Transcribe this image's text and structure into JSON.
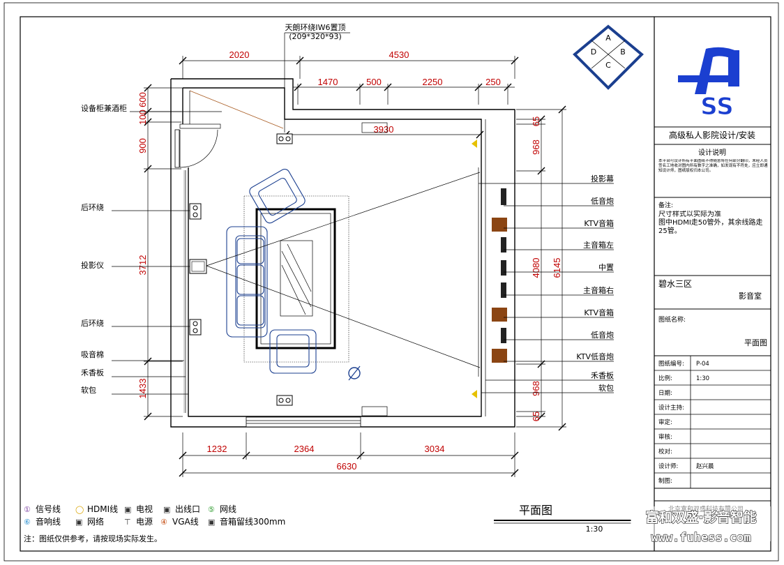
{
  "top_note": {
    "line1": "天朗环绕IW6置顶",
    "line2": "(209*320*93)"
  },
  "compass": {
    "a": "A",
    "b": "B",
    "c": "C",
    "d": "D"
  },
  "dims_top": {
    "d1": "2020",
    "d2": "4530",
    "d3": "1470",
    "d4": "500",
    "d5": "2250",
    "d6": "250",
    "inner": "3930"
  },
  "dims_bottom": {
    "d1": "1232",
    "d2": "2364",
    "d3": "3034",
    "total": "6630"
  },
  "dims_left": {
    "d1": "600",
    "d2": "100",
    "d3": "900",
    "d4": "3712",
    "d5": "1433"
  },
  "dims_right": {
    "a1": "65",
    "a2": "968",
    "a3": "4080",
    "a4": "968",
    "a5": "65",
    "total": "6145"
  },
  "left_labels": {
    "cabinet": "设备柜兼酒柜",
    "rear1": "后环绕",
    "projector": "投影仪",
    "rear2": "后环绕",
    "absorb": "吸音棉",
    "wood": "禾香板",
    "soft": "软包"
  },
  "right_labels": {
    "screen": "投影幕",
    "sub1": "低音炮",
    "ktv1": "KTV音箱",
    "mainL": "主音箱左",
    "center": "中置",
    "mainR": "主音箱右",
    "ktv2": "KTV音箱",
    "sub2": "低音炮",
    "ktvsub": "KTV低音炮",
    "wood": "禾香板",
    "soft": "软包"
  },
  "legend": {
    "row1": [
      {
        "sym": "①",
        "text": "信号线",
        "color": "#7a3fa0"
      },
      {
        "sym": "◯",
        "text": "HDMI线",
        "color": "#d9a400"
      },
      {
        "sym": "▣",
        "text": "电视",
        "color": "#333333"
      },
      {
        "sym": "▣",
        "text": "出线口",
        "color": "#333333"
      },
      {
        "sym": "⑤",
        "text": "网线",
        "color": "#2c9a2c"
      }
    ],
    "row2": [
      {
        "sym": "⑥",
        "text": "音响线",
        "color": "#2a8fd0"
      },
      {
        "sym": "▣",
        "text": "网络",
        "color": "#333333"
      },
      {
        "sym": "⊤",
        "text": "电源",
        "color": "#333333"
      },
      {
        "sym": "④",
        "text": "VGA线",
        "color": "#c04000"
      },
      {
        "sym": "▣",
        "text": "音箱留线300mm",
        "color": "#333333"
      }
    ],
    "note": "注：图纸仅供参考，请按现场实际发生。"
  },
  "plan_title": "平面图",
  "plan_scale": "1:30",
  "watermark": {
    "line1": "富和双盛·影音智能",
    "line2": "www.fuhess.com"
  },
  "title_block": {
    "logo_text": "SS",
    "company": "高级私人影院设计/安装",
    "design_title": "设计说明",
    "design_body": "本平台可设计所有平面图纸不得随意将任何部分翻印，未经人员签名工地收对图内所有数字之准确，如发现有不符处，应立即通知设计师，图纸版权归本公司。",
    "note_head": "备注:",
    "note_body": "尺寸样式以实际为准\n图中HDMI走50管外，其余线路走25管。",
    "project": "碧水三区",
    "room": "影音室",
    "drawing_name_label": "图纸名称:",
    "drawing_name": "平面图",
    "rows": [
      {
        "k": "图纸编号:",
        "v": "P-04"
      },
      {
        "k": "比例:",
        "v": "1:30"
      },
      {
        "k": "日期:",
        "v": ""
      },
      {
        "k": "设计主持:",
        "v": ""
      },
      {
        "k": "审定:",
        "v": ""
      },
      {
        "k": "审核:",
        "v": ""
      },
      {
        "k": "校对:",
        "v": ""
      },
      {
        "k": "设计师:",
        "v": "赵兴晨"
      },
      {
        "k": "制图:",
        "v": ""
      }
    ],
    "footer": "北京富和双盛科技有限公司"
  }
}
